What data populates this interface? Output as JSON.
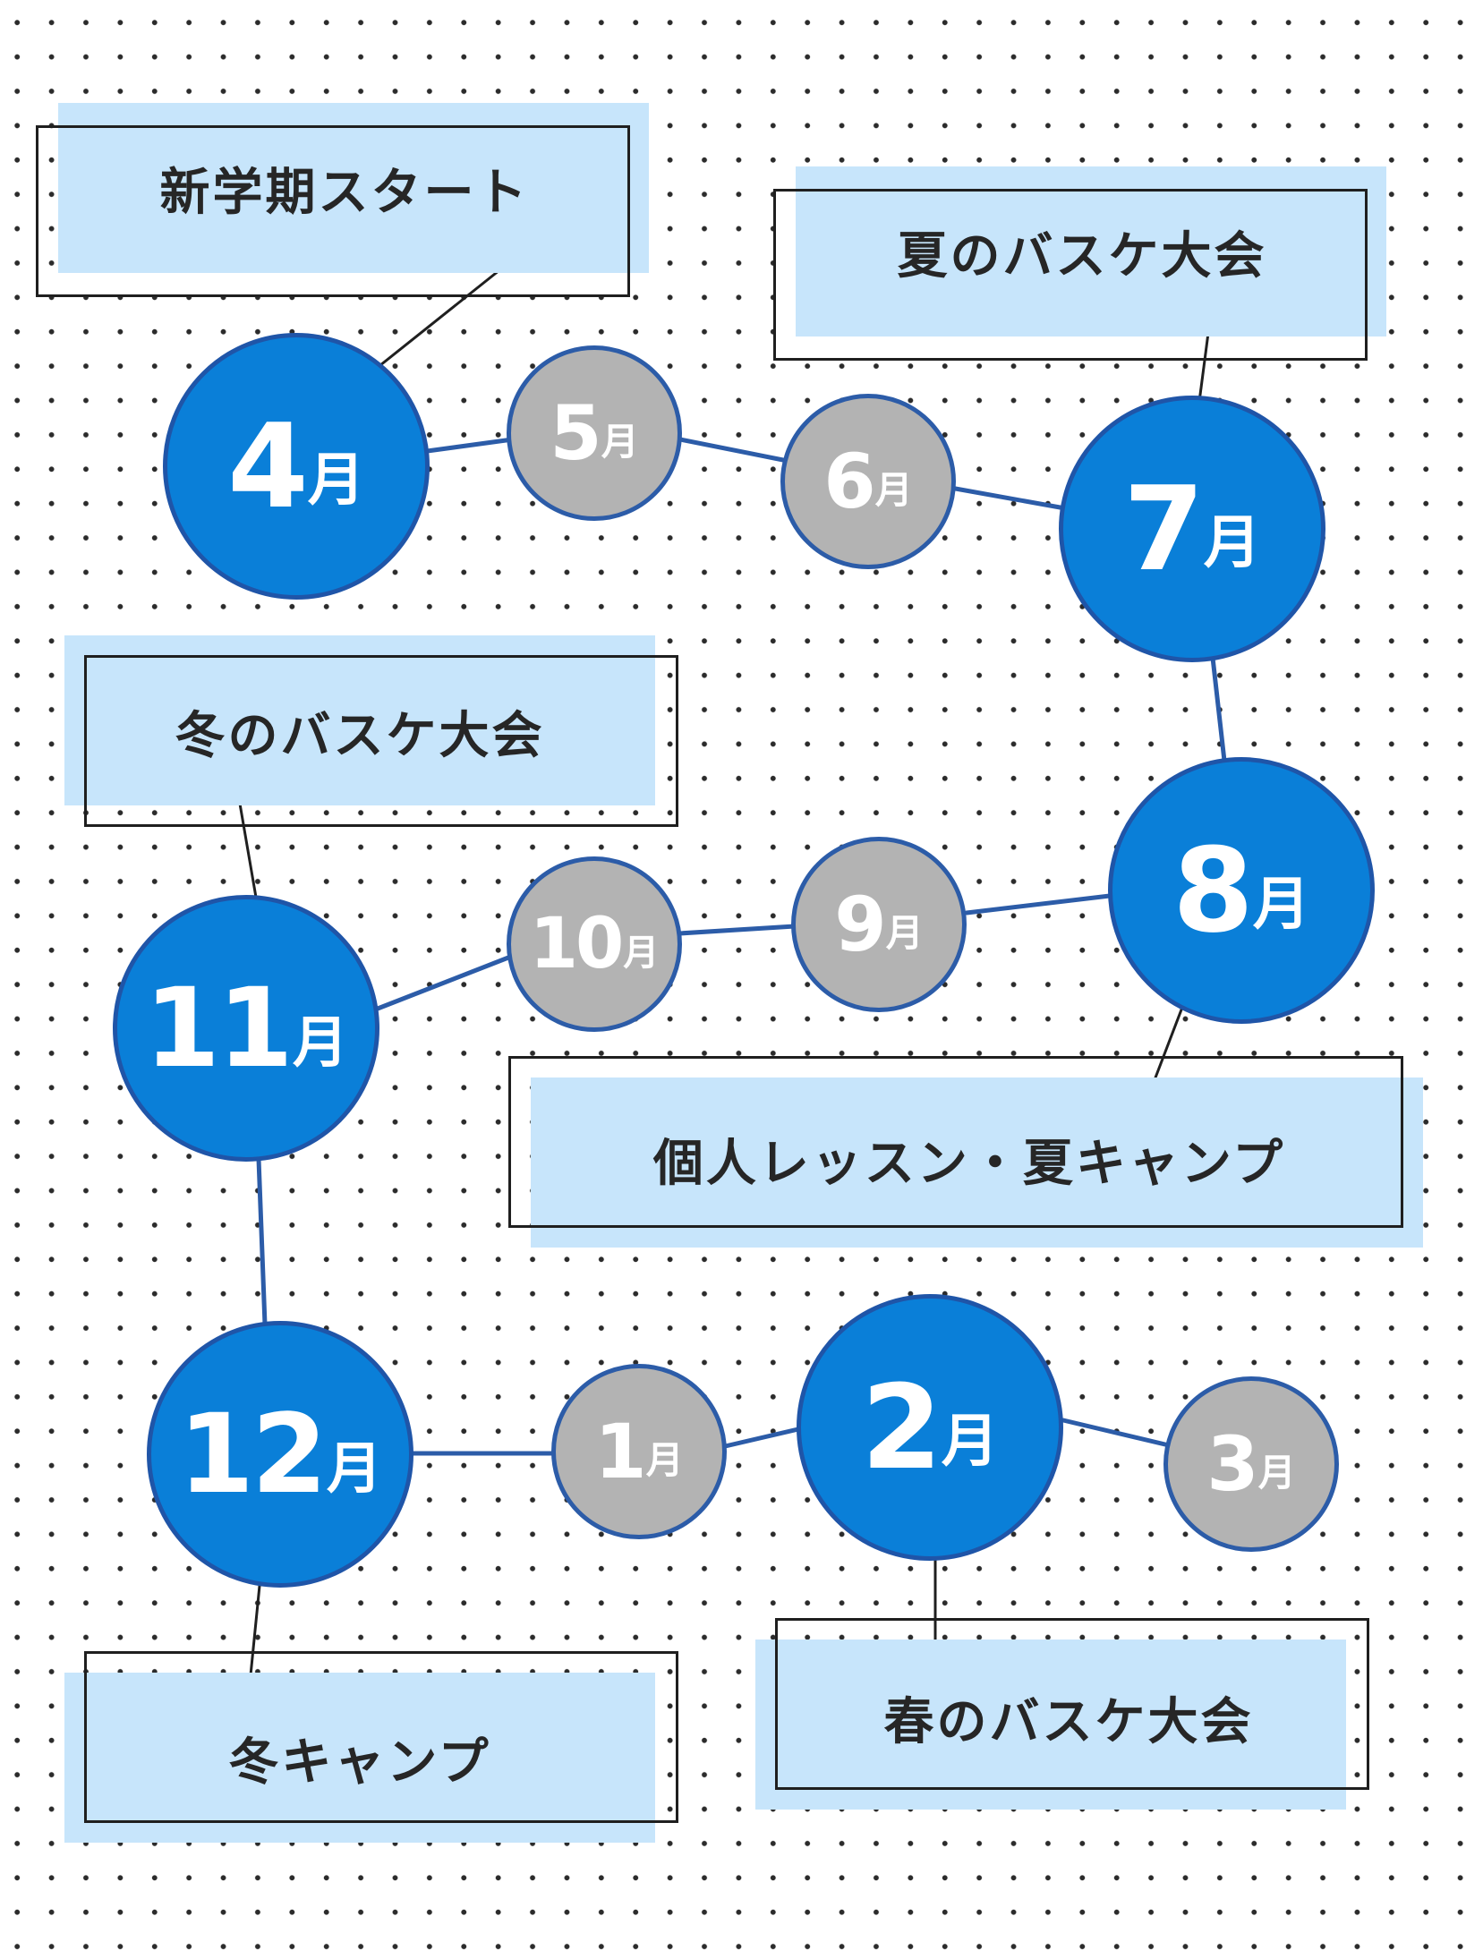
{
  "colors": {
    "major_fill": "#0a7fd8",
    "major_border": "#1f55a8",
    "minor_fill": "#b3b3b3",
    "minor_border": "#2c5ca8",
    "path_line": "#2c5ca8",
    "label_fill": "#c7e5fb",
    "label_frame": "#1f1f1f"
  },
  "months": [
    {
      "num": "4",
      "unit": "月",
      "kind": "major"
    },
    {
      "num": "5",
      "unit": "月",
      "kind": "minor"
    },
    {
      "num": "6",
      "unit": "月",
      "kind": "minor"
    },
    {
      "num": "7",
      "unit": "月",
      "kind": "major"
    },
    {
      "num": "8",
      "unit": "月",
      "kind": "major"
    },
    {
      "num": "9",
      "unit": "月",
      "kind": "minor"
    },
    {
      "num": "10",
      "unit": "月",
      "kind": "minor"
    },
    {
      "num": "11",
      "unit": "月",
      "kind": "major"
    },
    {
      "num": "12",
      "unit": "月",
      "kind": "major"
    },
    {
      "num": "1",
      "unit": "月",
      "kind": "minor"
    },
    {
      "num": "2",
      "unit": "月",
      "kind": "major"
    },
    {
      "num": "3",
      "unit": "月",
      "kind": "minor"
    }
  ],
  "events": [
    {
      "text": "新学期スタート",
      "month": "4"
    },
    {
      "text": "夏のバスケ大会",
      "month": "7"
    },
    {
      "text": "冬のバスケ大会",
      "month": "11"
    },
    {
      "text": "個人レッスン・夏キャンプ",
      "month": "8"
    },
    {
      "text": "冬キャンプ",
      "month": "12"
    },
    {
      "text": "春のバスケ大会",
      "month": "2"
    }
  ]
}
